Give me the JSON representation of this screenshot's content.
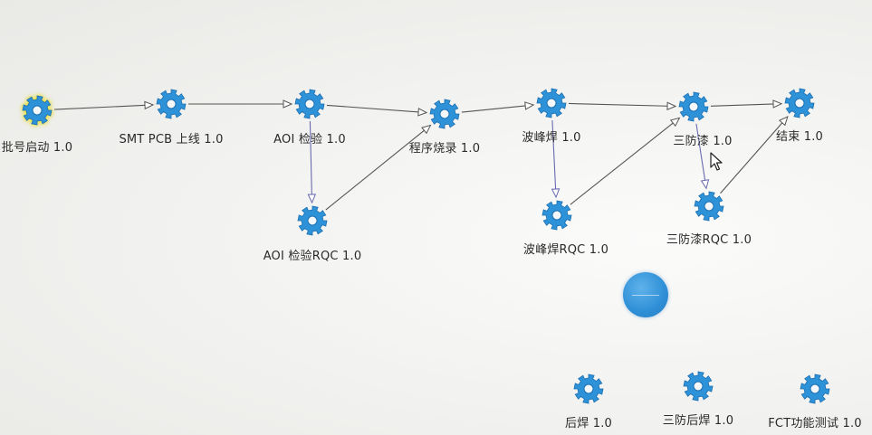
{
  "colors": {
    "gear": "#2d92d8",
    "gear_dark": "#1d6fb0",
    "edge": "#555555",
    "edge_qc": "#6a6ab0",
    "selected_glow": "#e8e04a"
  },
  "nodes": [
    {
      "id": "n1",
      "label": "批号启动 1.0",
      "icon": "gear-icon"
    },
    {
      "id": "n2",
      "label": "SMT PCB 上线 1.0",
      "icon": "gear-icon"
    },
    {
      "id": "n3",
      "label": "AOI 检验 1.0",
      "icon": "gear-icon"
    },
    {
      "id": "n4",
      "label": "AOI 检验RQC 1.0",
      "icon": "gear-icon"
    },
    {
      "id": "n5",
      "label": "程序烧录 1.0",
      "icon": "gear-icon"
    },
    {
      "id": "n6",
      "label": "波峰焊 1.0",
      "icon": "gear-icon"
    },
    {
      "id": "n7",
      "label": "波峰焊RQC 1.0",
      "icon": "gear-icon"
    },
    {
      "id": "n8",
      "label": "三防漆 1.0",
      "icon": "gear-icon"
    },
    {
      "id": "n9",
      "label": "三防漆RQC 1.0",
      "icon": "gear-icon"
    },
    {
      "id": "n10",
      "label": "结束 1.0",
      "icon": "gear-icon"
    },
    {
      "id": "n11",
      "label": "后焊 1.0",
      "icon": "gear-icon"
    },
    {
      "id": "n12",
      "label": "三防后焊 1.0",
      "icon": "gear-icon"
    },
    {
      "id": "n13",
      "label": "FCT功能测试 1.0",
      "icon": "gear-icon"
    }
  ],
  "edges": [
    {
      "from": "n1",
      "to": "n2"
    },
    {
      "from": "n2",
      "to": "n3"
    },
    {
      "from": "n3",
      "to": "n5"
    },
    {
      "from": "n3",
      "to": "n4",
      "kind": "qc"
    },
    {
      "from": "n4",
      "to": "n5"
    },
    {
      "from": "n5",
      "to": "n6"
    },
    {
      "from": "n6",
      "to": "n8"
    },
    {
      "from": "n6",
      "to": "n7",
      "kind": "qc"
    },
    {
      "from": "n7",
      "to": "n8"
    },
    {
      "from": "n8",
      "to": "n10"
    },
    {
      "from": "n8",
      "to": "n9",
      "kind": "qc"
    },
    {
      "from": "n9",
      "to": "n10"
    }
  ],
  "selected_node": "n1"
}
